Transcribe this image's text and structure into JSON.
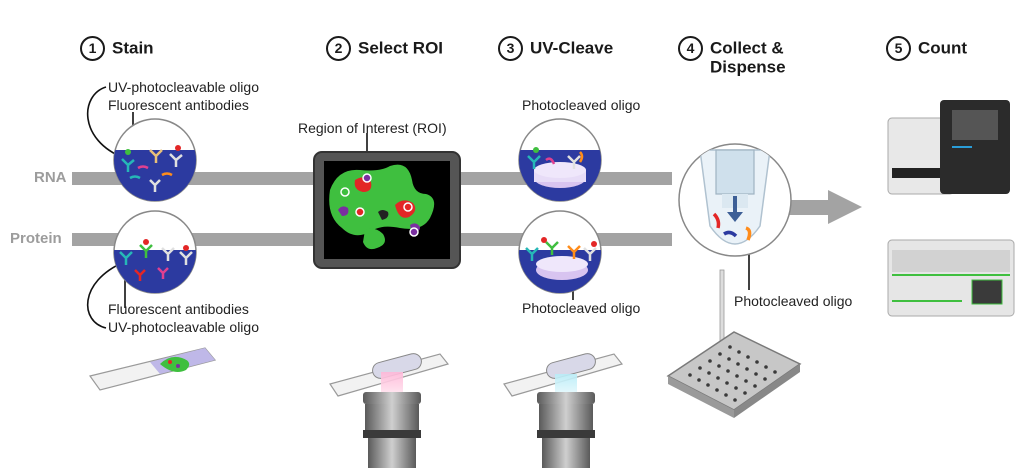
{
  "steps": [
    {
      "num": "1",
      "label": "Stain"
    },
    {
      "num": "2",
      "label": "Select ROI"
    },
    {
      "num": "3",
      "label": "UV-Cleave"
    },
    {
      "num": "4",
      "label": "Collect &",
      "label2": "Dispense"
    },
    {
      "num": "5",
      "label": "Count"
    }
  ],
  "lanes": {
    "rna": "RNA",
    "protein": "Protein"
  },
  "labels": {
    "uv_oligo_top": "UV-photocleavable oligo",
    "fluor_ab_top": "Fluorescent antibodies",
    "roi": "Region of Interest (ROI)",
    "photocleaved_top": "Photocleaved oligo",
    "fluor_ab_bottom": "Fluorescent antibodies",
    "uv_oligo_bottom": "UV-photocleavable oligo",
    "photocleaved_bottom": "Photocleaved oligo",
    "photocleaved_collect": "Photocleaved oligo"
  },
  "colors": {
    "lane_bar": "#a3a3a3",
    "well_blue": "#2c3aa0",
    "tissue_green": "#3fbf3f",
    "tissue_red": "#e32626",
    "tissue_purple": "#7a2fa0",
    "monitor_frame": "#555555",
    "instrument_accent": "#2a9dd8"
  }
}
